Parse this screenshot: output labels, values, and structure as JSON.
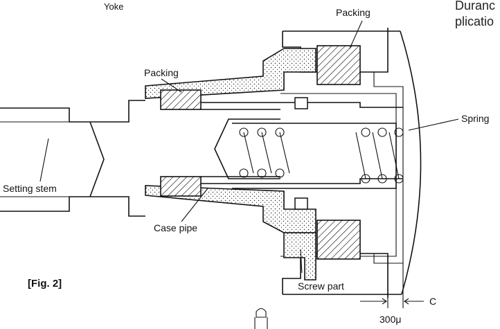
{
  "labels": {
    "yoke": "Yoke",
    "packing_top": "Packing",
    "packing_mid": "Packing",
    "spring": "Spring",
    "setting_stem": "Setting stem",
    "case_pipe": "Case pipe",
    "screw_part": "Screw part",
    "clearance": "C",
    "dimension": "300μ",
    "figure": "[Fig. 2]"
  },
  "edge_text": {
    "line1": "Duranc",
    "line2": "plicatio"
  }
}
